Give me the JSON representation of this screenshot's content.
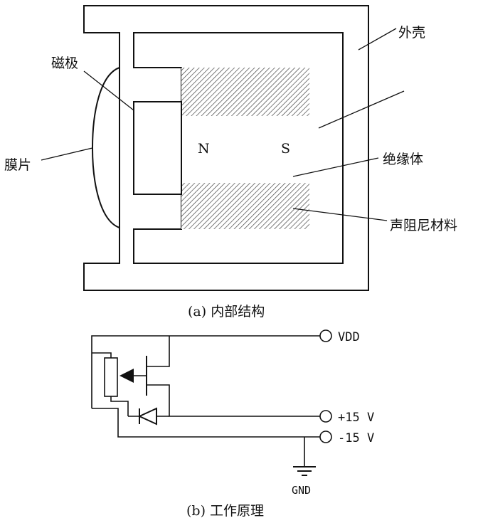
{
  "structure": {
    "labels": {
      "shell": "外壳",
      "pole": "磁极",
      "membrane": "膜片",
      "insulator": "绝缘体",
      "damping": "声阻尼材料",
      "north": "N",
      "south": "S"
    },
    "caption": "(a) 内部结构"
  },
  "circuit": {
    "terminals": {
      "vdd": "VDD",
      "pos": "+15 V",
      "neg": "-15 V",
      "gnd": "GND"
    },
    "caption": "(b) 工作原理"
  },
  "colors": {
    "line": "#111111",
    "hatch": "#444444",
    "background": "#ffffff"
  }
}
